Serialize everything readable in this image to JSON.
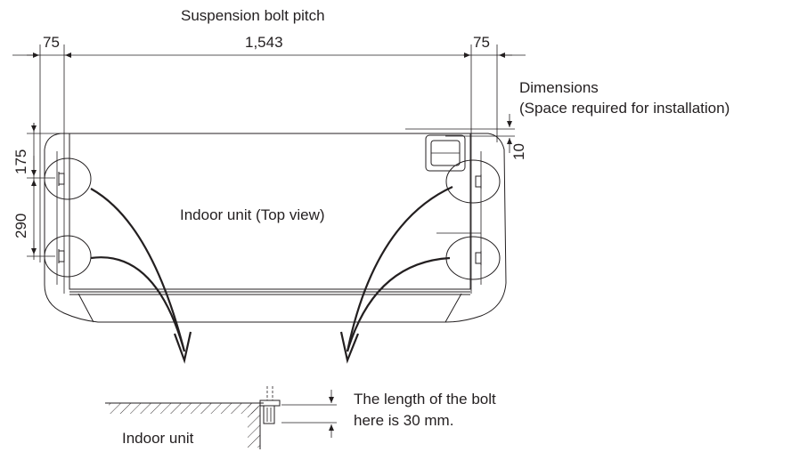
{
  "labels": {
    "suspension_bolt_pitch": "Suspension bolt pitch",
    "dimensions_line1": "Dimensions",
    "dimensions_line2": "(Space required for installation)",
    "indoor_unit_top_view": "Indoor unit (Top view)",
    "bolt_note_line1": "The length of the bolt",
    "bolt_note_line2": "here is 30 mm.",
    "indoor_unit": "Indoor unit"
  },
  "dimensions": {
    "left_offset": "75",
    "pitch": "1,543",
    "right_offset": "75",
    "front_depth": "175",
    "bolt_spacing": "290",
    "clearance": "10"
  }
}
